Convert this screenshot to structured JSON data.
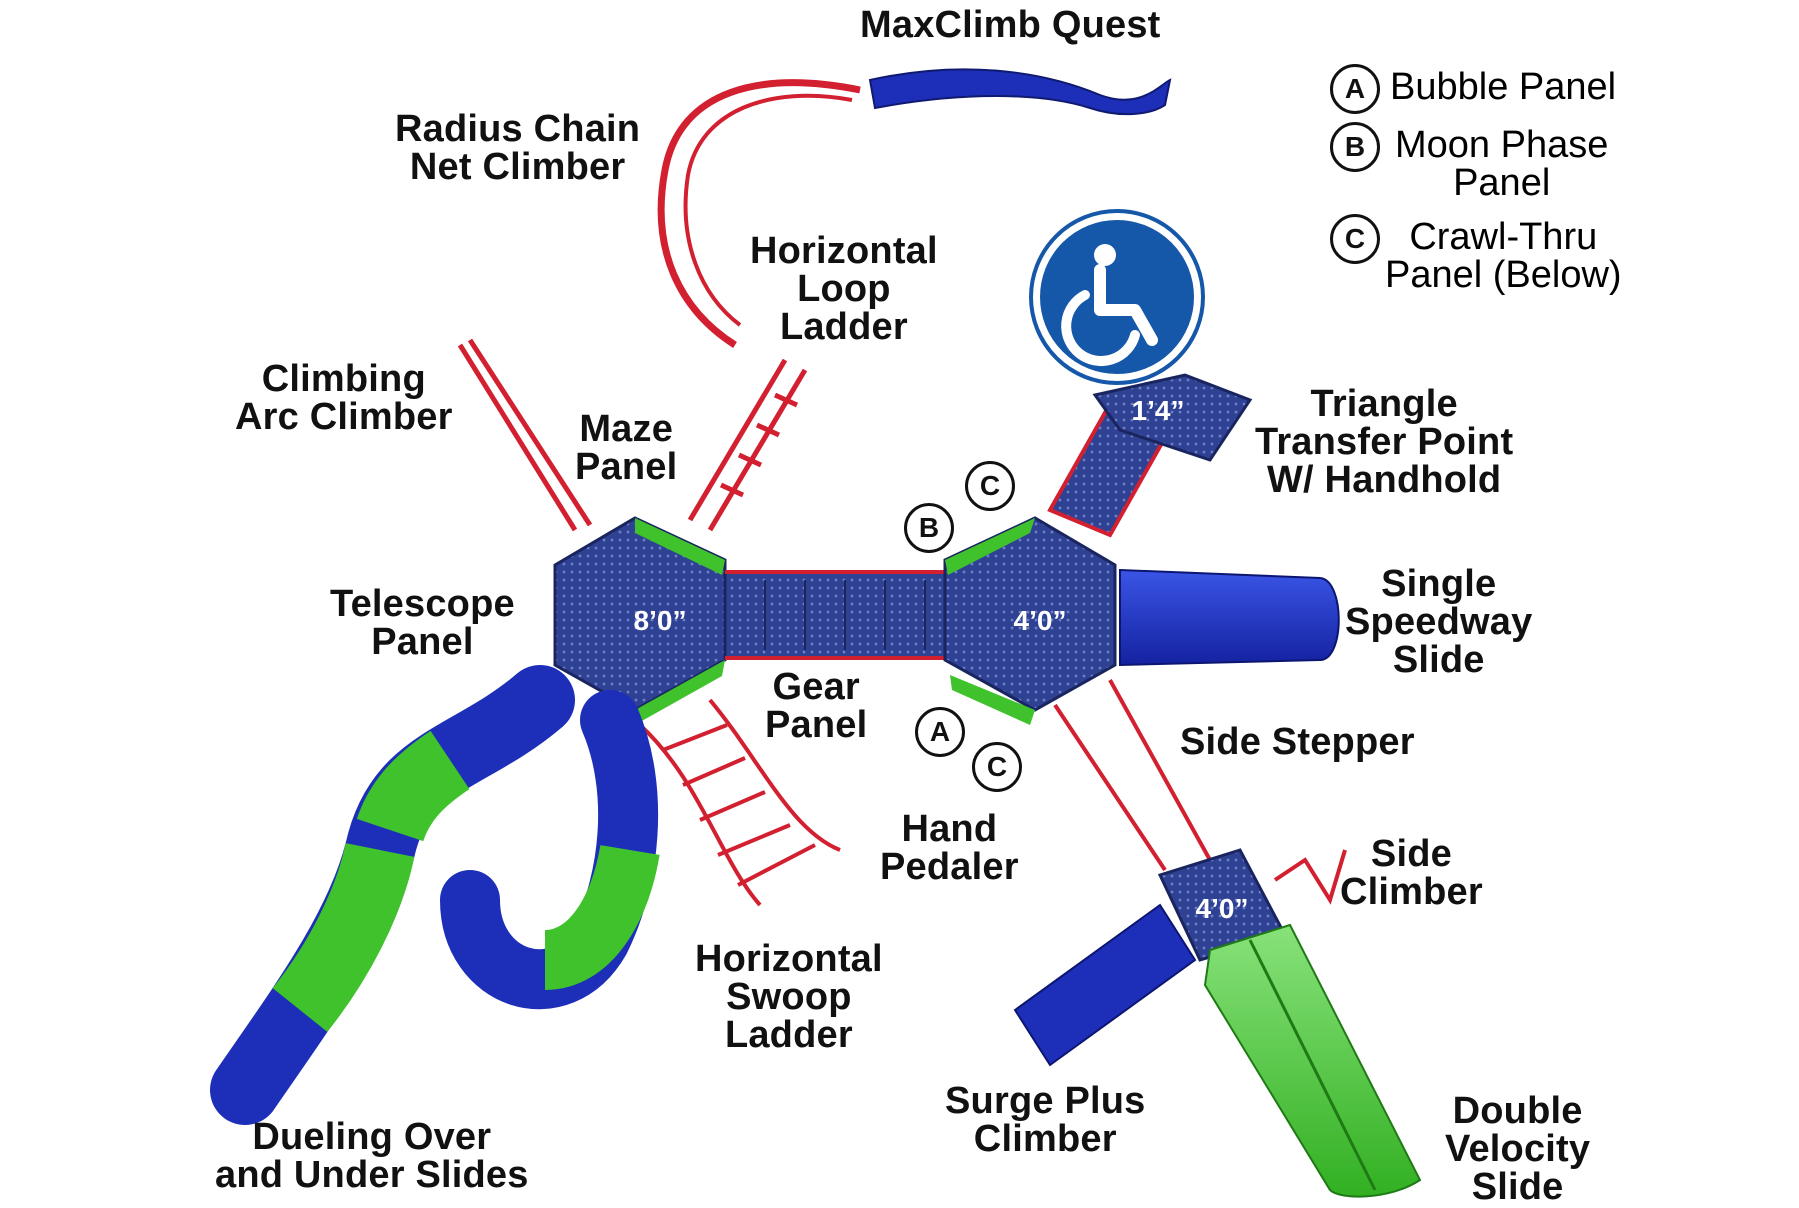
{
  "title": "MaxClimb Quest",
  "legend": [
    {
      "letter": "A",
      "text": [
        "Bubble Panel"
      ]
    },
    {
      "letter": "B",
      "text": [
        "Moon Phase",
        "Panel"
      ]
    },
    {
      "letter": "C",
      "text": [
        "Crawl-Thru",
        "Panel (Below)"
      ]
    }
  ],
  "labels": {
    "radius_chain": [
      "Radius Chain",
      "Net Climber"
    ],
    "horizontal_loop": [
      "Horizontal",
      "Loop",
      "Ladder"
    ],
    "climbing_arc": [
      "Climbing",
      "Arc Climber"
    ],
    "maze_panel": [
      "Maze",
      "Panel"
    ],
    "telescope_panel": [
      "Telescope",
      "Panel"
    ],
    "gear_panel": [
      "Gear",
      "Panel"
    ],
    "hand_pedaler": [
      "Hand",
      "Pedaler"
    ],
    "horizontal_swoop": [
      "Horizontal",
      "Swoop",
      "Ladder"
    ],
    "dueling_slides": [
      "Dueling Over",
      "and Under Slides"
    ],
    "triangle_transfer": [
      "Triangle",
      "Transfer Point",
      "W/ Handhold"
    ],
    "single_speedway": [
      "Single",
      "Speedway",
      "Slide"
    ],
    "side_stepper": [
      "Side Stepper"
    ],
    "side_climber": [
      "Side",
      "Climber"
    ],
    "surge_plus": [
      "Surge Plus",
      "Climber"
    ],
    "double_velocity": [
      "Double",
      "Velocity",
      "Slide"
    ]
  },
  "deck_heights": {
    "left_deck": "8’0”",
    "center_deck": "4’0”",
    "lower_deck": "4’0”",
    "transfer": "1’4”"
  },
  "markers": {
    "a": "A",
    "b": "B",
    "c_top": "C",
    "c_bottom": "C"
  },
  "icons": {
    "accessibility": "wheelchair-accessibility-icon"
  },
  "colors": {
    "deck_blue": "#2c3f8f",
    "slide_blue": "#1d2fb8",
    "slide_green": "#3fc22c",
    "frame_red": "#d32030",
    "post_yellow": "#f2e21a",
    "badge_blue": "#1557a8"
  }
}
